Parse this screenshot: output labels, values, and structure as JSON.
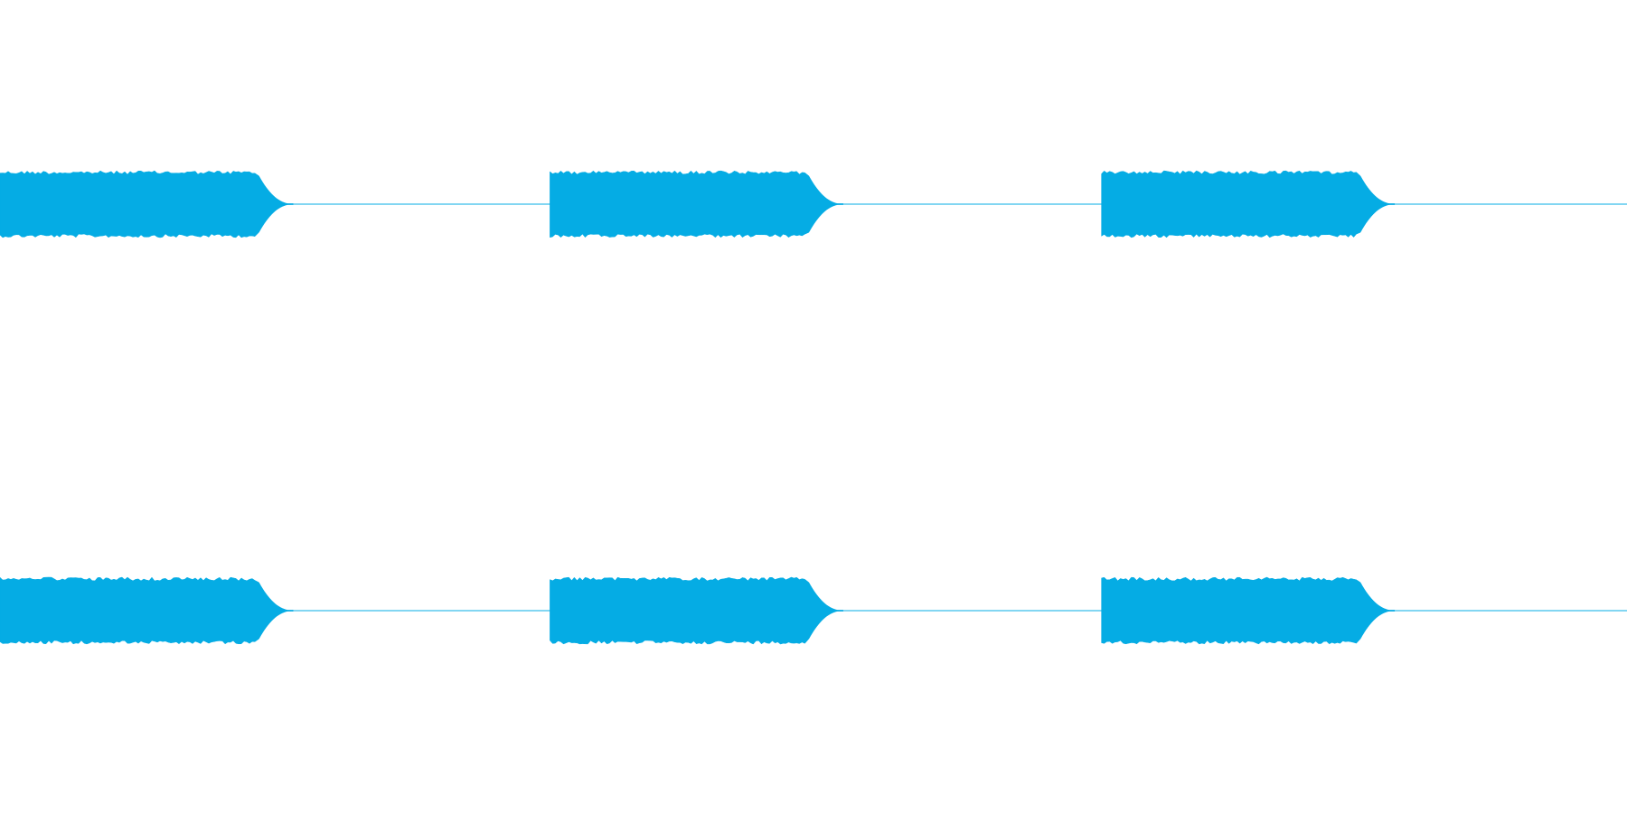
{
  "waveform": {
    "color": "#05ACE4",
    "background": "#FFFFFF",
    "channel_count": 2,
    "channels": [
      {
        "channel": 1
      },
      {
        "channel": 2
      }
    ],
    "pulse_count": 3,
    "pulses": [
      {
        "start_fraction": 0.0,
        "end_fraction": 0.158,
        "amplitude_fraction": 0.5
      },
      {
        "start_fraction": 0.338,
        "end_fraction": 0.496,
        "amplitude_fraction": 0.5
      },
      {
        "start_fraction": 0.677,
        "end_fraction": 0.835,
        "amplitude_fraction": 0.5
      }
    ]
  }
}
